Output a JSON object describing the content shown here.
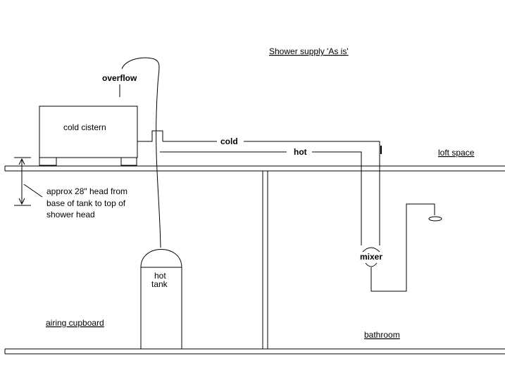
{
  "labels": {
    "title": "Shower supply 'As is'",
    "overflow": "overflow",
    "cold_cistern": "cold cistern",
    "cold": "cold",
    "hot": "hot",
    "loft_space": "loft space",
    "head_note": [
      "approx 28\" head from",
      "base of tank to top of",
      "shower head"
    ],
    "hot_tank": [
      "hot",
      "tank"
    ],
    "mixer": "mixer",
    "airing_cupboard": "airing cupboard",
    "bathroom": "bathroom"
  },
  "colors": {
    "line": "#000000",
    "background": "#ffffff"
  }
}
